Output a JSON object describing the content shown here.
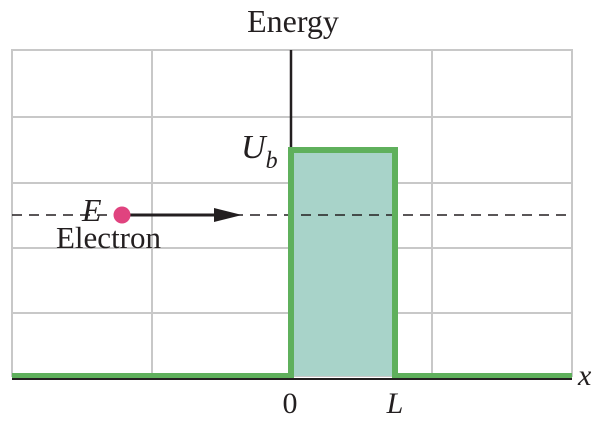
{
  "diagram": {
    "axis_title": "Energy",
    "barrier_height_label": "U",
    "barrier_height_subscript": "b",
    "electron_energy_label": "E",
    "electron_label": "Electron",
    "x_axis_label": "x",
    "tick_origin": "0",
    "tick_width": "L",
    "colors": {
      "barrier_fill": "#a8d3c9",
      "barrier_outline": "#5fb05c",
      "electron": "#e0437f",
      "grid": "#c8c8c8",
      "ink": "#231f20"
    }
  }
}
